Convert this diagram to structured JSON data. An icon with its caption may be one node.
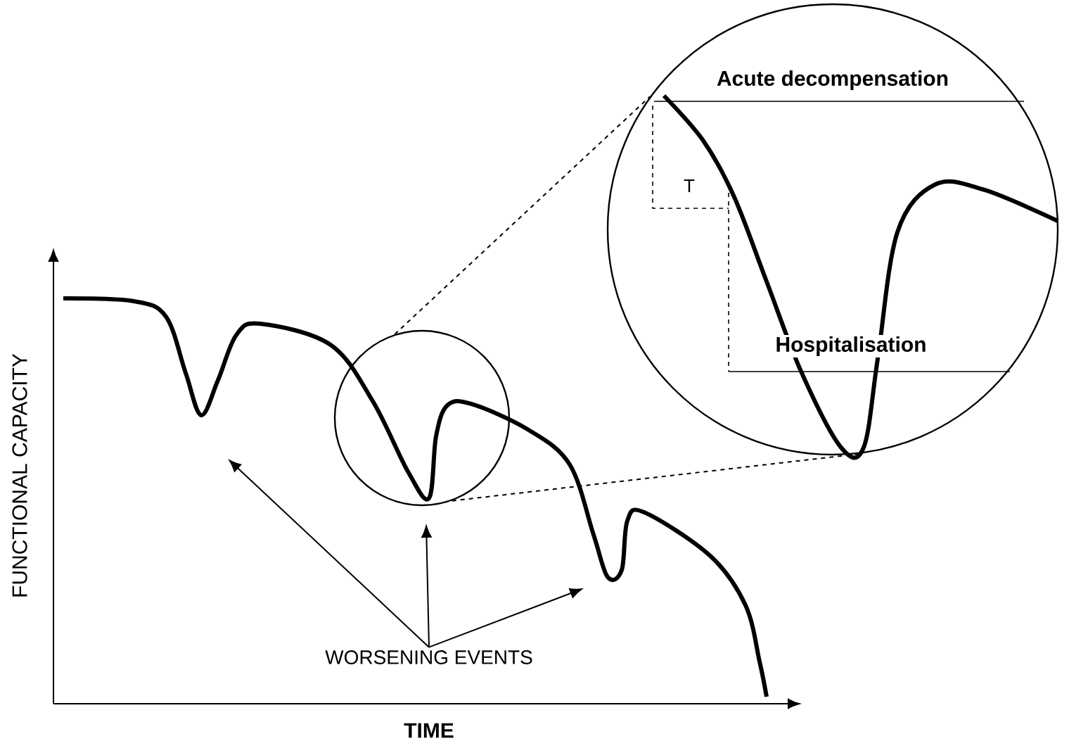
{
  "diagram": {
    "nodes": [
      {
        "text": [
          "WORSENING EVENTS"
        ]
      },
      {
        "text": [],
        "shape": "circle"
      },
      {
        "text": [
          "Acute decompensation",
          "T",
          "Hospitalisation"
        ]
      }
    ],
    "edges": [
      {
        "from": 0,
        "to": null,
        "arrow": "to"
      },
      {
        "from": 0,
        "to": null,
        "arrow": "to"
      },
      {
        "from": 0,
        "to": null,
        "arrow": "to"
      },
      {
        "from": 1,
        "to": 2,
        "arrow": "none",
        "style": "dashed"
      },
      {
        "from": 1,
        "to": 2,
        "arrow": "none",
        "style": "dashed"
      }
    ],
    "labels": [
      "FUNCTIONAL CAPACITY",
      "TIME"
    ]
  }
}
